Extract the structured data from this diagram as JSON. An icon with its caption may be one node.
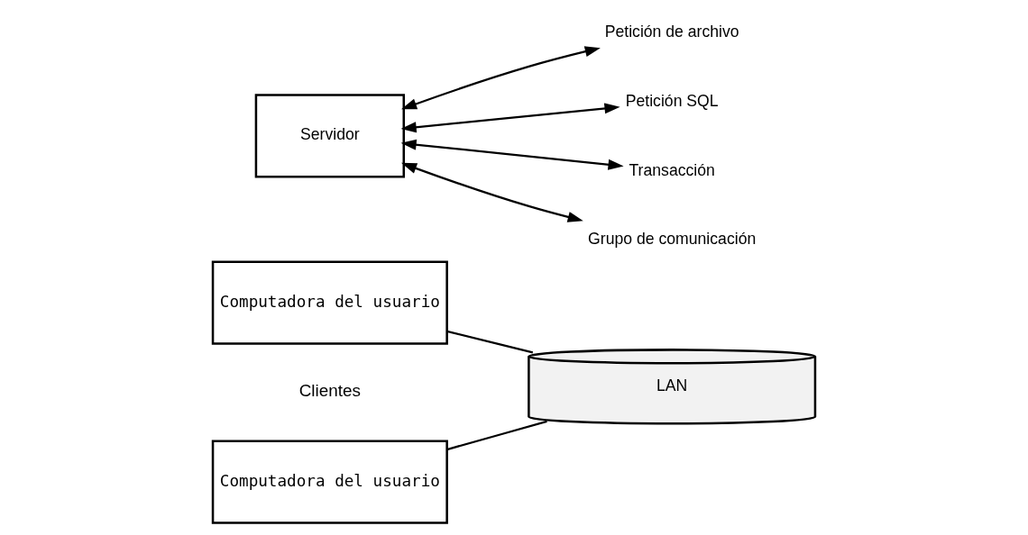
{
  "diagram": {
    "nodes": [
      {
        "text": [
          "Computadora del usuario"
        ]
      },
      {
        "text": [
          "Computadora del usuario"
        ]
      },
      {
        "text": [
          "LAN"
        ]
      },
      {
        "text": [
          "Servidor"
        ]
      },
      {
        "text": [
          "Petición de archivo"
        ]
      },
      {
        "text": [
          "Petición SQL"
        ]
      },
      {
        "text": [
          "Transacción"
        ]
      },
      {
        "text": [
          "Grupo de comunicación"
        ]
      }
    ],
    "edges": [
      {
        "from": 0,
        "to": 2,
        "arrow": "none"
      },
      {
        "from": 1,
        "to": 2,
        "arrow": "none"
      },
      {
        "from": 3,
        "to": 4,
        "arrow": "both"
      },
      {
        "from": 3,
        "to": 5,
        "arrow": "both"
      },
      {
        "from": 3,
        "to": 6,
        "arrow": "both"
      },
      {
        "from": 3,
        "to": 7,
        "arrow": "both"
      }
    ],
    "labels": [
      "Clientes"
    ]
  }
}
